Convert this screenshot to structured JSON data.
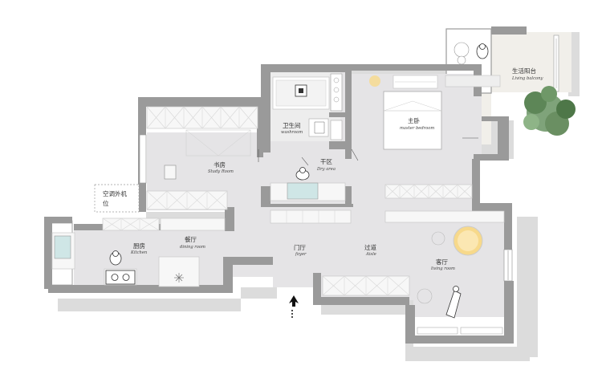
{
  "colors": {
    "wall": "#9a9a9a",
    "shadow": "#dcdcdc",
    "floor": "#e5e4e6",
    "balcony_floor": "#f1efea",
    "cabinet": "#f7f7f7",
    "washroom": "#ededed",
    "window": "#cfe6e6",
    "lamp": "#f7d98b",
    "tree": "#6a8f62"
  },
  "rooms": {
    "living_balcony": {
      "cn": "生活阳台",
      "en": "Living balcony"
    },
    "washroom": {
      "cn": "卫生间",
      "en": "washroom"
    },
    "master_bedroom": {
      "cn": "主卧",
      "en": "master bedroom"
    },
    "study": {
      "cn": "书房",
      "en": "Study Room"
    },
    "dry_area": {
      "cn": "干区",
      "en": "Dry area"
    },
    "ac_unit": {
      "cn_line1": "空调外机",
      "cn_line2": "位"
    },
    "kitchen": {
      "cn": "厨房",
      "en": "Kitchen"
    },
    "dining": {
      "cn": "餐厅",
      "en": "dining room"
    },
    "foyer": {
      "cn": "门厅",
      "en": "foyer"
    },
    "aisle": {
      "cn": "过道",
      "en": "Aisle"
    },
    "living_room": {
      "cn": "客厅",
      "en": "living room"
    }
  },
  "icons": [
    "entrance-arrow-icon",
    "tree-icon",
    "person-icon",
    "lamp-icon",
    "washing-machine-icon",
    "stove-icon",
    "sink-icon",
    "toilet-icon",
    "bathtub-icon"
  ]
}
